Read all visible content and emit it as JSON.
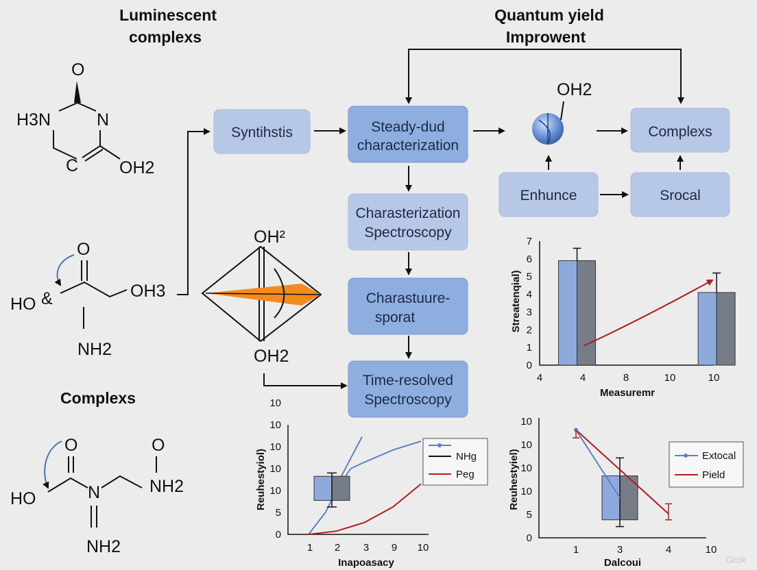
{
  "headings": {
    "left_line1": "Luminescent",
    "left_line2": "complexs",
    "right_line1": "Quantum yield",
    "right_line2": "Improwent",
    "complexes": "Complexs"
  },
  "molecules": {
    "m1": {
      "top_o": "O",
      "h3n": "H3N",
      "n": "N",
      "c": "C",
      "oh2": "OH2"
    },
    "m2": {
      "o": "O",
      "ho": "HO",
      "oh3": "OH3",
      "nh2": "NH2",
      "curl": "&"
    },
    "m3": {
      "o1": "O",
      "o2": "O",
      "ho": "HO",
      "n": "N",
      "nh2a": "NH2",
      "nh2b": "NH2"
    },
    "center": {
      "top": "OH²",
      "bottom": "OH2"
    },
    "sphere_label": "OH2"
  },
  "flow": {
    "synthesis": "Syntihstis",
    "steady_line1": "Steady-dud",
    "steady_line2": "characterization",
    "char_line1": "Charasterization",
    "char_line2": "Spectroscopy",
    "charast_line1": "Charastuure-",
    "charast_line2": "sporat",
    "time_line1": "Time-resolved",
    "time_line2": "Spectroscopy",
    "complexes": "Complexs",
    "enhunce": "Enhunce",
    "srocal": "Srocal"
  },
  "colors": {
    "box_dark": "#8faee0",
    "box_light": "#b7c8e6",
    "bar_blue": "#8ea9dc",
    "bar_gray": "#777d86",
    "line_red": "#b51c1c",
    "line_blue": "#5c82c4",
    "arrow_orange": "#f28a1e"
  },
  "chart_data": [
    {
      "type": "bar",
      "ylabel": "Streatenqial)",
      "xlabel": "Measuremr",
      "x_ticks": [
        "4",
        "4",
        "8",
        "10",
        "10"
      ],
      "y_ticks": [
        "0",
        "1",
        "2",
        "3",
        "4",
        "5",
        "6",
        "7"
      ],
      "ylim": [
        0,
        7
      ],
      "bars": [
        {
          "x": 4,
          "value": 5.9,
          "error_top": 6.6
        },
        {
          "x": 10,
          "value": 4.1,
          "error_top": 5.2
        }
      ],
      "trend": {
        "x": [
          4,
          10.3
        ],
        "y": [
          0.9,
          4.8
        ]
      }
    },
    {
      "type": "line",
      "ylabel": "Reuhestyiol)",
      "xlabel": "Inapoasacy",
      "x_ticks": [
        "1",
        "2",
        "3",
        "9",
        "10"
      ],
      "y_ticks": [
        "0",
        "5",
        "10",
        "10",
        "10",
        "10",
        "10"
      ],
      "legend": [
        "NHg",
        "Peg"
      ],
      "series": [
        {
          "name": "NHg",
          "points": [
            [
              1,
              0
            ],
            [
              1.6,
              2
            ],
            [
              2.1,
              4.5
            ],
            [
              2.5,
              6
            ],
            [
              3,
              6.6
            ],
            [
              4,
              7.7
            ],
            [
              5,
              8.5
            ]
          ]
        },
        {
          "name": "Peg",
          "points": [
            [
              1,
              0
            ],
            [
              2,
              0.3
            ],
            [
              3,
              1.1
            ],
            [
              4,
              2.5
            ],
            [
              5,
              4.6
            ]
          ]
        }
      ],
      "extra_line": [
        [
          1.9,
          4
        ],
        [
          2.9,
          8.9
        ]
      ],
      "box": {
        "x": 3,
        "top": 5.3,
        "bottom": 3.1,
        "whisker_top": 5.6,
        "whisker_bottom": 2.5
      }
    },
    {
      "type": "line",
      "ylabel": "Reuhestyiel)",
      "xlabel": "Dalcoui",
      "x_ticks": [
        "1",
        "3",
        "4",
        "10"
      ],
      "y_ticks": [
        "0",
        "5",
        "10",
        "10",
        "10",
        "10"
      ],
      "legend": [
        "Extocal",
        "Pield"
      ],
      "series": [
        {
          "name": "Extocal",
          "points": [
            [
              1,
              27
            ],
            [
              3,
              10
            ]
          ]
        },
        {
          "name": "Pield",
          "points": [
            [
              1,
              27
            ],
            [
              4,
              6
            ]
          ]
        }
      ],
      "box": {
        "x": 3,
        "top": 15.5,
        "bottom": 4.5,
        "whisker_top": 20,
        "whisker_bottom": 2.8
      },
      "red_error": {
        "x": 4,
        "top": 8.5,
        "bottom": 4.5
      },
      "left_error": {
        "x": 1,
        "top": 27,
        "bottom": 25
      }
    }
  ],
  "watermark": "Grok"
}
